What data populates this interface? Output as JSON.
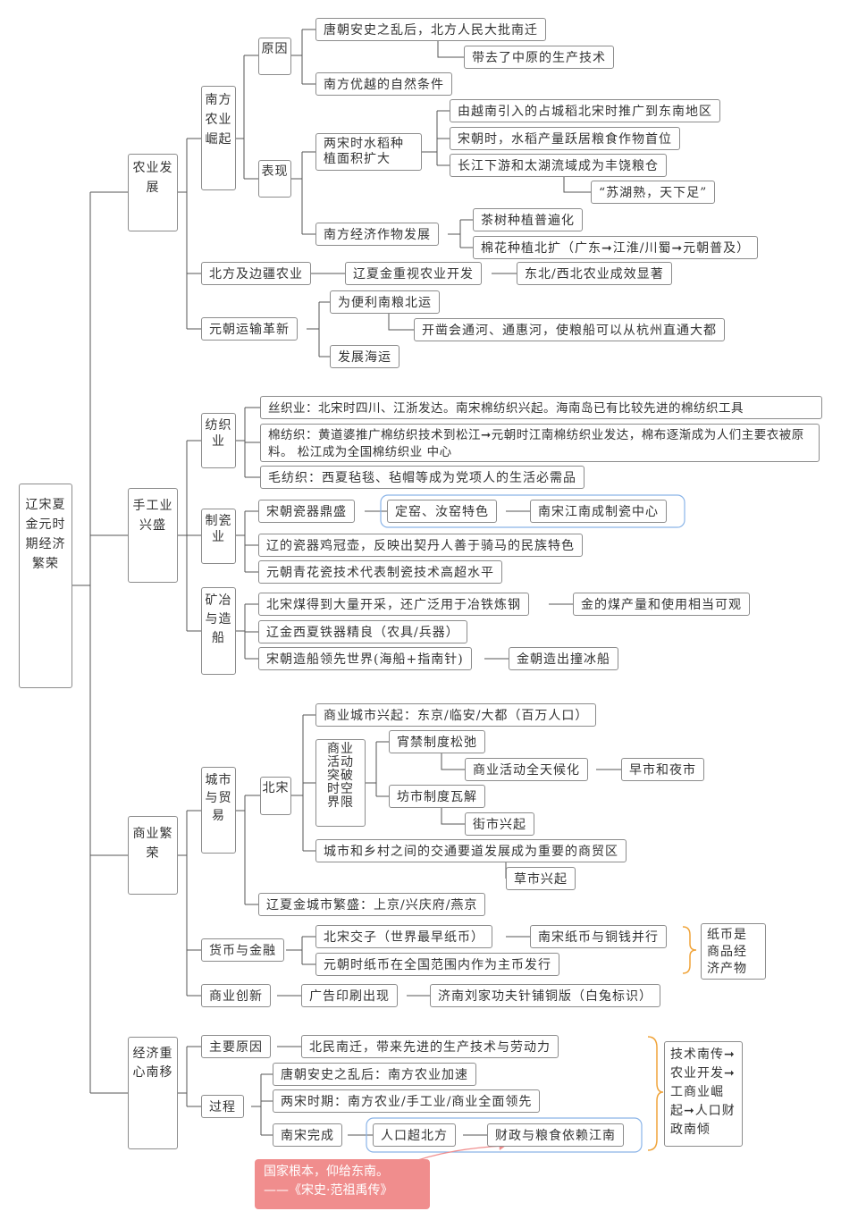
{
  "colors": {
    "line": "#555555",
    "border": "#8c8c8c",
    "group": "#8ab4e8",
    "brace": "#f0a43a",
    "note_bg": "#f08d8d",
    "arrow": "#f08d8d"
  },
  "root": {
    "label": "辽宋夏金元时期经济繁荣"
  },
  "agri": {
    "label": "农业发展",
    "south": {
      "label": "南方农业崛起"
    },
    "reason": {
      "label": "原因",
      "n1": "唐朝安史之乱后，北方人民大批南迁",
      "n2": "带去了中原的生产技术",
      "n3": "南方优越的自然条件"
    },
    "show": {
      "label": "表现",
      "rice": "两宋时水稻种植面积扩大",
      "r1": "由越南引入的占城稻北宋时推广到东南地区",
      "r2": "宋朝时，水稻产量跃居粮食作物首位",
      "r3": "长江下游和太湖流域成为丰饶粮仓",
      "r4": "“苏湖熟，天下足”",
      "crop": "南方经济作物发展",
      "c1": "茶树种植普遍化",
      "c2": "棉花种植北扩（广东➞江淮/川蜀➞元朝普及）"
    },
    "north": {
      "label": "北方及边疆农业",
      "n1": "辽夏金重视农业开发",
      "n2": "东北/西北农业成效显著"
    },
    "yuan": {
      "label": "元朝运输革新",
      "n1": "为便利南粮北运",
      "n2": "开凿会通河、通惠河，使粮船可以从杭州直通大都",
      "n3": "发展海运"
    }
  },
  "craft": {
    "label": "手工业兴盛",
    "textile": {
      "label": "纺织业",
      "n1": "丝织业：北宋时四川、江浙发达。南宋棉纺织兴起。海南岛已有比较先进的棉纺织工具",
      "n2": "棉纺织：黄道婆推广棉纺织技术到松江➞元朝时江南棉纺织业发达，棉布逐渐成为人们主要衣被原料。 松江成为全国棉纺织业 中心",
      "n3": "毛纺织：西夏毡毯、毡帽等成为党项人的生活必需品"
    },
    "porcelain": {
      "label": "制瓷业",
      "n1": "宋朝瓷器鼎盛",
      "n1a": "定窑、汝窑特色",
      "n1b": "南宋江南成制瓷中心",
      "n2": "辽的瓷器鸡冠壶，反映出契丹人善于骑马的民族特色",
      "n3": "元朝青花瓷技术代表制瓷技术高超水平"
    },
    "mining": {
      "label": "矿冶与造船",
      "n1": "北宋煤得到大量开采，还广泛用于冶铁炼钢",
      "n1a": "金的煤产量和使用相当可观",
      "n2": "辽金西夏铁器精良（农具/兵器）",
      "n3": "宋朝造船领先世界(海船+指南针)",
      "n3a": "金朝造出撞冰船"
    }
  },
  "commerce": {
    "label": "商业繁荣",
    "city": {
      "label": "城市与贸易"
    },
    "bs": {
      "label": "北宋",
      "n1": "商业城市兴起：东京/临安/大都（百万人口）",
      "act": "商业活动突破时空界限",
      "a1": "宵禁制度松弛",
      "a1a": "商业活动全天候化",
      "a1b": "早市和夜市",
      "a2": "坊市制度瓦解",
      "a2a": "街市兴起",
      "n3": "城市和乡村之间的交通要道发展成为重要的商贸区",
      "n3a": "草市兴起"
    },
    "lj": {
      "label": "辽夏金城市繁盛：上京/兴庆府/燕京"
    },
    "money": {
      "label": "货币与金融",
      "n1": "北宋交子（世界最早纸币）",
      "n1a": "南宋纸币与铜钱并行",
      "n2": "元朝时纸币在全国范围内作为主币发行",
      "note": "纸币是商品经济产物"
    },
    "innov": {
      "label": "商业创新",
      "n1": "广告印刷出现",
      "n2": "济南刘家功夫针铺铜版（白兔标识）"
    }
  },
  "shift": {
    "label": "经济重心南移",
    "reason": {
      "label": "主要原因",
      "n1": "北民南迁，带来先进的生产技术与劳动力"
    },
    "process": {
      "label": "过程",
      "n1": "唐朝安史之乱后：南方农业加速",
      "n2": "两宋时期：南方农业/手工业/商业全面领先",
      "n3": "南宋完成",
      "n3a": "人口超北方",
      "n3b": "财政与粮食依赖江南"
    },
    "note": "技术南传➞农业开发➞工商业崛起➞人口财政南倾"
  },
  "quote": {
    "line1": "国家根本，仰给东南。",
    "line2": "——《宋史·范祖禹传》"
  }
}
